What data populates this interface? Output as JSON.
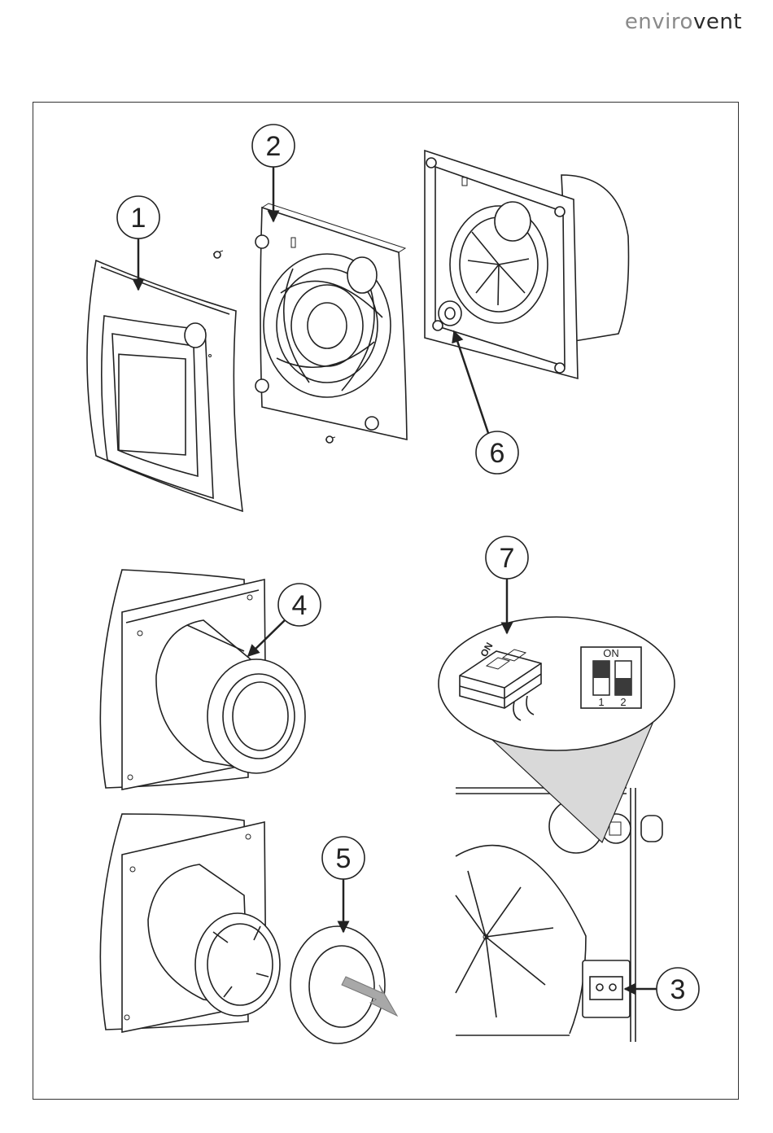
{
  "brand": {
    "part1": "enviro",
    "part2": "vent"
  },
  "callouts": [
    {
      "id": "1",
      "label": "1",
      "target": "front-cover"
    },
    {
      "id": "2",
      "label": "2",
      "target": "inner-grille-plate"
    },
    {
      "id": "3",
      "label": "3",
      "target": "terminal-block"
    },
    {
      "id": "4",
      "label": "4",
      "target": "spigot-collar"
    },
    {
      "id": "5",
      "label": "5",
      "target": "removable-spigot-ring"
    },
    {
      "id": "6",
      "label": "6",
      "target": "cable-entry-grommet"
    },
    {
      "id": "7",
      "label": "7",
      "target": "dip-switch"
    }
  ],
  "dip_switch": {
    "on_label": "ON",
    "chip_label": "ON",
    "switches": [
      {
        "number": "1",
        "state": "on"
      },
      {
        "number": "2",
        "state": "off"
      }
    ]
  },
  "colors": {
    "line": "#222222",
    "shade": "#d9d9d9",
    "switch_fill": "#3a3a3a",
    "arrow_grey": "#a8a8a8"
  }
}
